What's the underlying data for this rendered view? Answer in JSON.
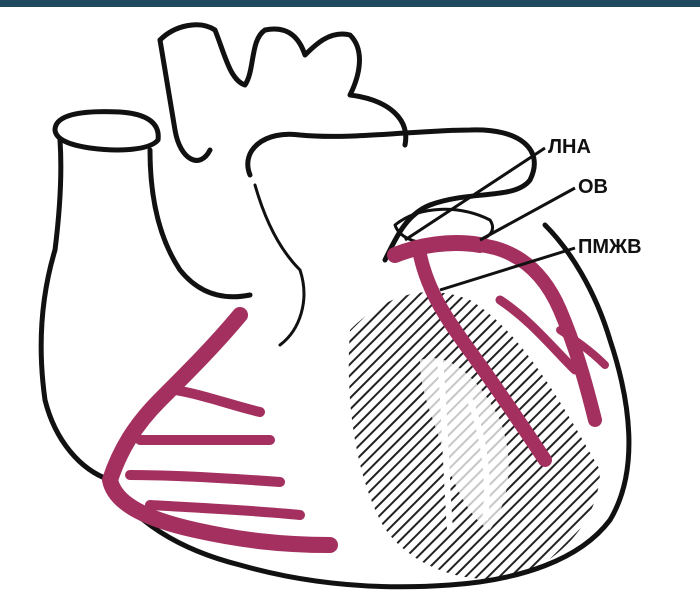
{
  "labels": {
    "left_coronary_artery": "ЛНА",
    "circumflex_branch": "ОВ",
    "anterior_descending_branch": "ПМЖВ"
  },
  "colors": {
    "vessel": "#a4305f",
    "outline": "#111111",
    "top_bar": "#1f4a5f"
  }
}
